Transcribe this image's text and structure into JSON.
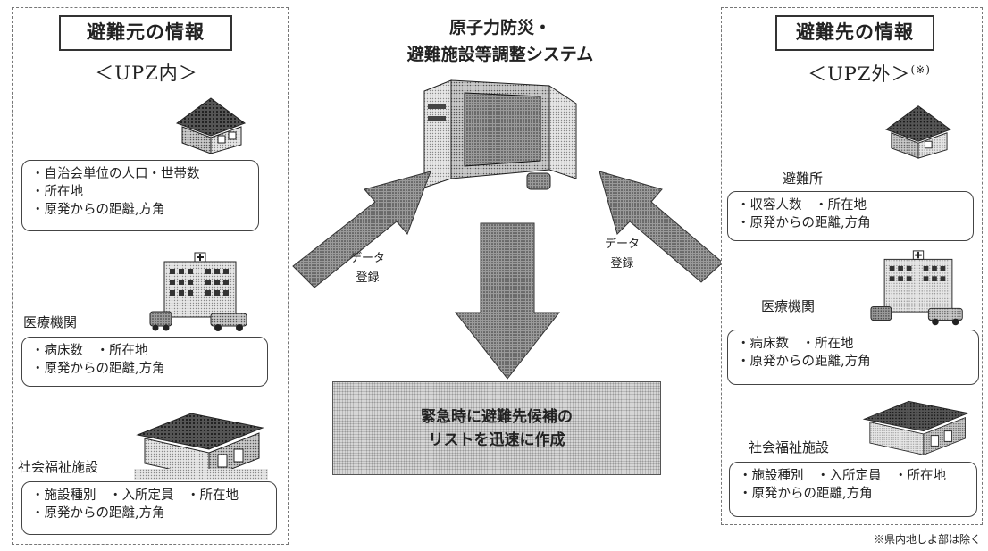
{
  "left": {
    "title": "避難元の情報",
    "subtitle": "＜UPZ内＞",
    "residents": {
      "lines": [
        "・自治会単位の人口・世帯数",
        "・所在地",
        "・原発からの距離,方角"
      ]
    },
    "medical": {
      "caption": "医療機関",
      "lines": [
        "・病床数　・所在地",
        "・原発からの距離,方角"
      ]
    },
    "welfare": {
      "caption": "社会福祉施設",
      "lines": [
        "・施設種別　・入所定員　・所在地",
        "・原発からの距離,方角"
      ]
    }
  },
  "center": {
    "title_line1": "原子力防災・",
    "title_line2": "避難施設等調整システム",
    "left_arrow_label_1": "データ",
    "left_arrow_label_2": "登録",
    "right_arrow_label_1": "データ",
    "right_arrow_label_2": "登録",
    "result_line1": "緊急時に避難先候補の",
    "result_line2": "リストを迅速に作成"
  },
  "right": {
    "title": "避難先の情報",
    "subtitle": "＜UPZ外＞",
    "subtitle_note": "(※)",
    "shelter": {
      "caption": "避難所",
      "lines": [
        "・収容人数　・所在地",
        "・原発からの距離,方角"
      ]
    },
    "medical": {
      "caption": "医療機関",
      "lines": [
        "・病床数　・所在地",
        "・原発からの距離,方角"
      ]
    },
    "welfare": {
      "caption": "社会福祉施設",
      "lines": [
        "・施設種別　・入所定員　・所在地",
        "・原発からの距離,方角"
      ]
    },
    "footnote": "※県内地しよ部は除く"
  },
  "icons": {
    "house": "house-icon",
    "hospital": "hospital-building-icon",
    "welfare": "welfare-facility-icon",
    "computer": "computer-icon"
  }
}
